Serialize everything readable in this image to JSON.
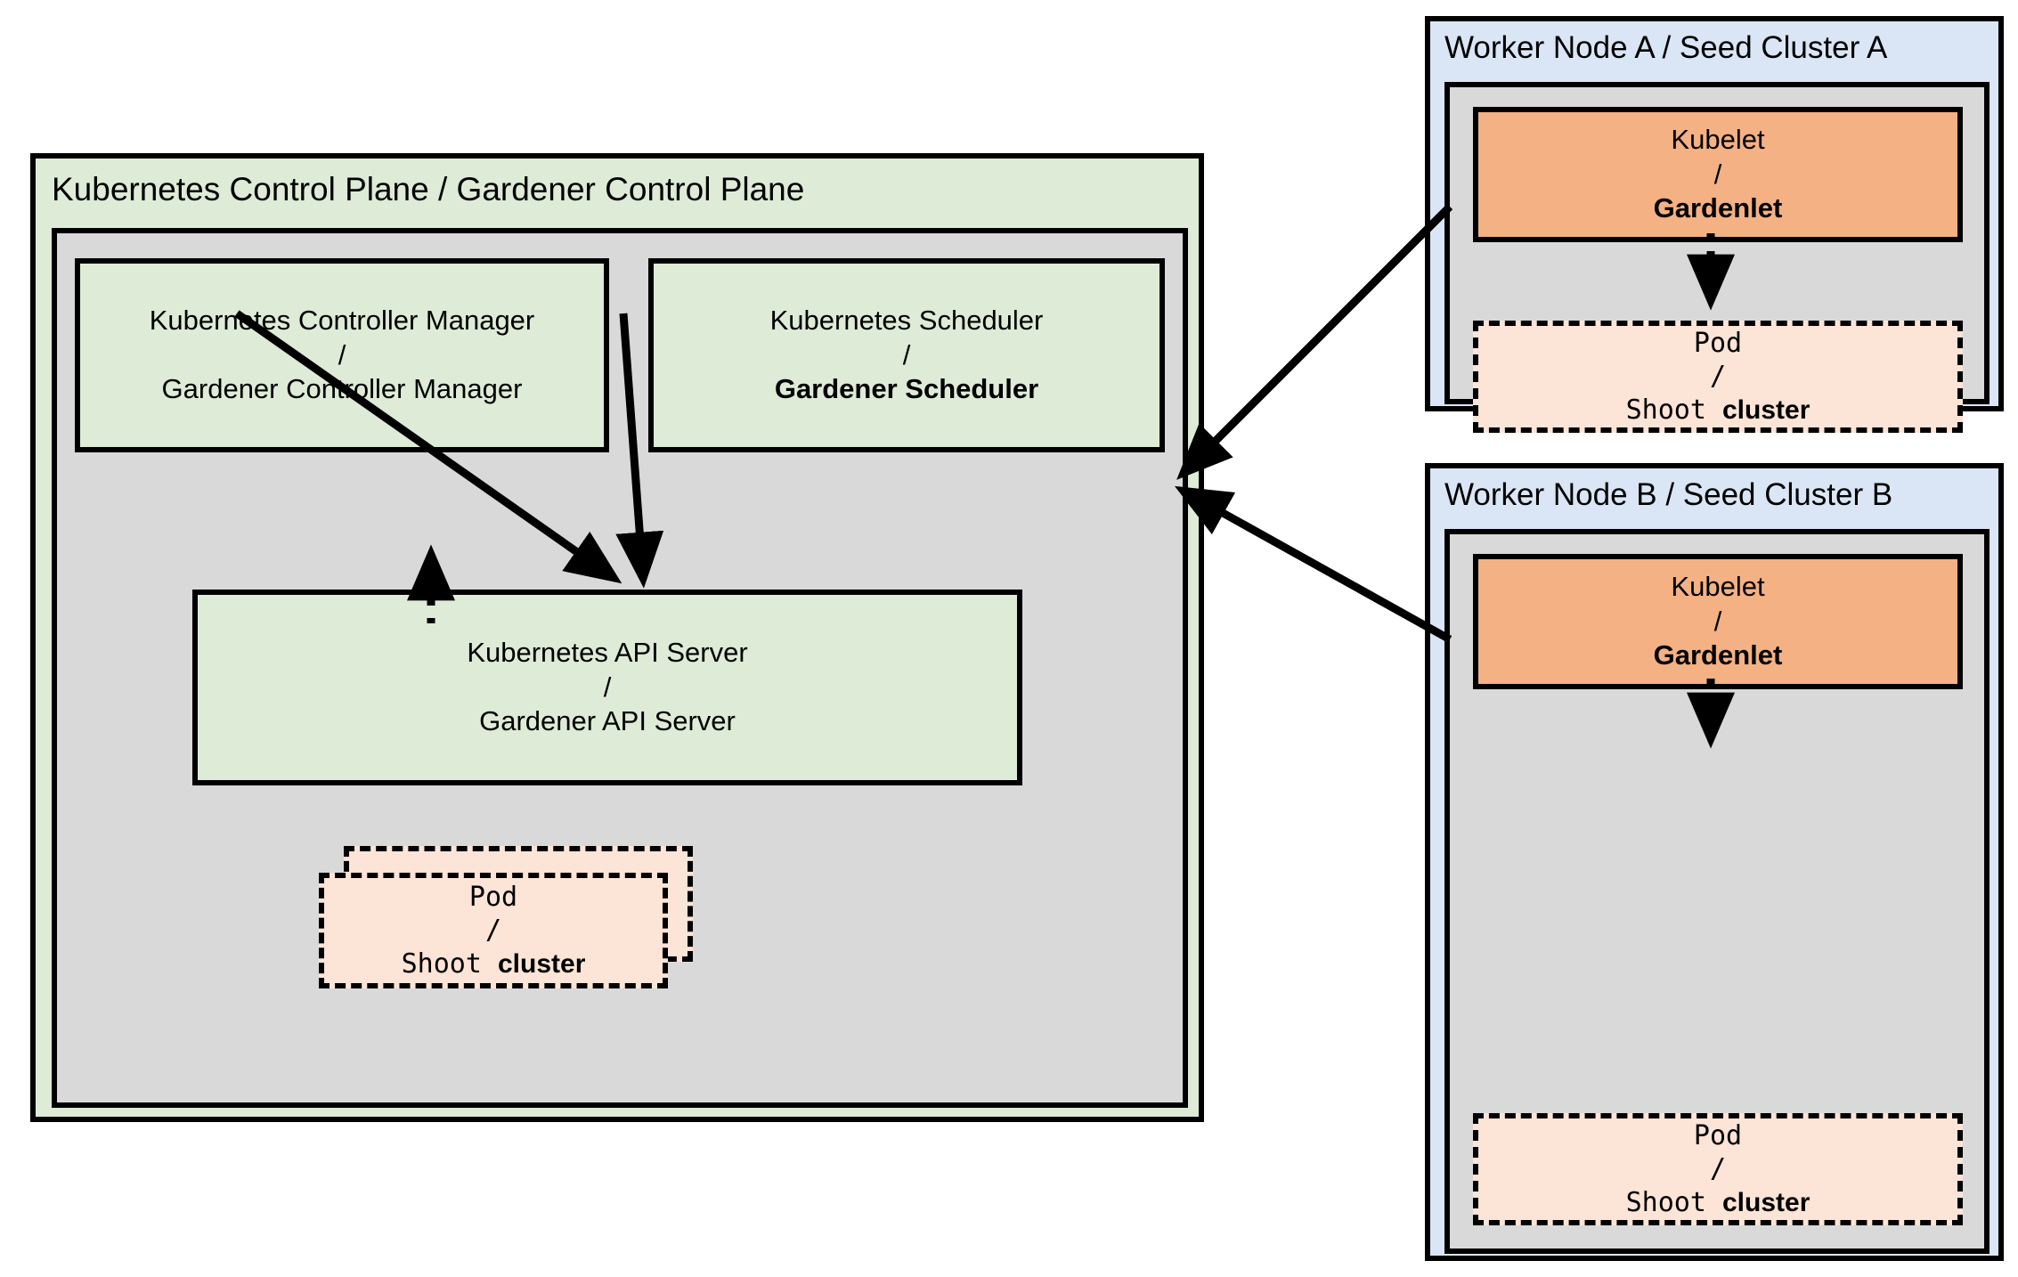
{
  "diagram": {
    "title_semantic": "gardener-architecture-diagram",
    "colors": {
      "control_plane_bg": "#deebd7",
      "inner_panel_bg": "#d9d9d9",
      "worker_bg": "#dae6f5",
      "kubelet_bg": "#f4b183",
      "pod_bg": "#fce4d6",
      "stroke": "#000000"
    }
  },
  "control_plane": {
    "title": "Kubernetes Control Plane / Gardener Control Plane",
    "controller_manager": {
      "line1": "Kubernetes Controller Manager",
      "separator": "/",
      "line2": "Gardener Controller Manager",
      "line2_bold": false
    },
    "scheduler": {
      "line1": "Kubernetes Scheduler",
      "separator": "/",
      "line2": "Gardener Scheduler",
      "line2_bold": true
    },
    "api_server": {
      "line1": "Kubernetes API Server",
      "separator": "/",
      "line2": "Gardener API Server",
      "line2_bold": false
    },
    "pod": {
      "line1": "Pod",
      "separator": "/",
      "line2_mono": "Shoot ",
      "line2_bold": "cluster"
    }
  },
  "worker_nodes": [
    {
      "title": "Worker Node A / Seed Cluster A",
      "agent": {
        "line1": "Kubelet",
        "separator": "/",
        "line2": "Gardenlet",
        "line2_bold": true
      },
      "pod": {
        "line1": "Pod",
        "separator": "/",
        "line2_mono": "Shoot ",
        "line2_bold": "cluster"
      }
    },
    {
      "title": "Worker Node B / Seed Cluster B",
      "agent": {
        "line1": "Kubelet",
        "separator": "/",
        "line2": "Gardenlet",
        "line2_bold": true
      },
      "pod": {
        "line1": "Pod",
        "separator": "/",
        "line2_mono": "Shoot ",
        "line2_bold": "cluster"
      }
    }
  ],
  "connections": [
    {
      "name": "controller-manager-to-api-server",
      "style": "solid-arrow"
    },
    {
      "name": "scheduler-to-api-server",
      "style": "solid-arrow"
    },
    {
      "name": "pod-to-api-server",
      "style": "dotted-arrow"
    },
    {
      "name": "gardenlet-a-to-api-server",
      "style": "solid-arrow"
    },
    {
      "name": "gardenlet-b-to-api-server",
      "style": "solid-arrow"
    },
    {
      "name": "gardenlet-a-to-pod-a",
      "style": "dotted-arrow"
    },
    {
      "name": "gardenlet-b-to-pod-b",
      "style": "dotted-arrow"
    }
  ]
}
